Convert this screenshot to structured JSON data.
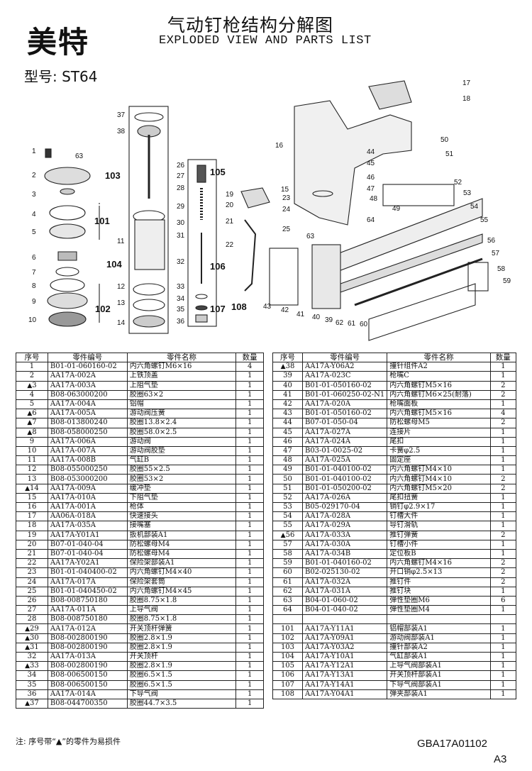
{
  "header": {
    "brand": "美特",
    "title_cn": "气动钉枪结构分解图",
    "title_en": "EXPLODED VIEW AND PARTS LIST",
    "model": "型号: ST64"
  },
  "diagram": {
    "callouts_left": [
      "1",
      "63",
      "2",
      "3",
      "4",
      "5",
      "6",
      "7",
      "8",
      "9",
      "10"
    ],
    "groups": [
      "101",
      "102",
      "103",
      "104",
      "105",
      "106",
      "107",
      "108"
    ],
    "callouts_mid": [
      "37",
      "38",
      "11",
      "12",
      "13",
      "14",
      "26",
      "27",
      "28",
      "29",
      "30",
      "31",
      "32",
      "33",
      "34",
      "35",
      "36"
    ],
    "callouts_right": [
      "15",
      "16",
      "17",
      "18",
      "19",
      "20",
      "21",
      "22",
      "23",
      "24",
      "25",
      "39",
      "40",
      "41",
      "42",
      "43",
      "44",
      "45",
      "46",
      "47",
      "48",
      "49",
      "50",
      "51",
      "52",
      "53",
      "54",
      "55",
      "56",
      "57",
      "58",
      "59",
      "60",
      "61",
      "62",
      "63",
      "64"
    ]
  },
  "table": {
    "headers": {
      "seq": "序号",
      "code": "零件编号",
      "name": "零件名称",
      "qty": "数量"
    },
    "left_rows": [
      {
        "mark": "",
        "seq": "1",
        "code": "B01-01-060160-02",
        "name": "内六角螺钉M6×16",
        "qty": "4"
      },
      {
        "mark": "",
        "seq": "2",
        "code": "AA17A-002A",
        "name": "上铁顶盖",
        "qty": "1"
      },
      {
        "mark": "▲",
        "seq": "3",
        "code": "AA17A-003A",
        "name": "上阻气垫",
        "qty": "1"
      },
      {
        "mark": "",
        "seq": "4",
        "code": "B08-063000200",
        "name": "胶圈63×2",
        "qty": "1"
      },
      {
        "mark": "",
        "seq": "5",
        "code": "AA17A-004A",
        "name": "铝帽",
        "qty": "1"
      },
      {
        "mark": "▲",
        "seq": "6",
        "code": "AA17A-005A",
        "name": "游动阀压簧",
        "qty": "1"
      },
      {
        "mark": "▲",
        "seq": "7",
        "code": "B08-013800240",
        "name": "胶圈13.8×2.4",
        "qty": "1"
      },
      {
        "mark": "▲",
        "seq": "8",
        "code": "B08-058000250",
        "name": "胶圈58.0×2.5",
        "qty": "1"
      },
      {
        "mark": "",
        "seq": "9",
        "code": "AA17A-006A",
        "name": "游动阀",
        "qty": "1"
      },
      {
        "mark": "",
        "seq": "10",
        "code": "AA17A-007A",
        "name": "游动阀胶垫",
        "qty": "1"
      },
      {
        "mark": "",
        "seq": "11",
        "code": "AA17A-008B",
        "name": "气缸B",
        "qty": "1"
      },
      {
        "mark": "",
        "seq": "12",
        "code": "B08-055000250",
        "name": "胶圈55×2.5",
        "qty": "1"
      },
      {
        "mark": "",
        "seq": "13",
        "code": "B08-053000200",
        "name": "胶圈53×2",
        "qty": "1"
      },
      {
        "mark": "▲",
        "seq": "14",
        "code": "AA17A-009A",
        "name": "缓冲垫",
        "qty": "1"
      },
      {
        "mark": "",
        "seq": "15",
        "code": "AA17A-010A",
        "name": "下阻气垫",
        "qty": "1"
      },
      {
        "mark": "",
        "seq": "16",
        "code": "AA17A-001A",
        "name": "枪体",
        "qty": "1"
      },
      {
        "mark": "",
        "seq": "17",
        "code": "AA06A-018A",
        "name": "快速接头",
        "qty": "1"
      },
      {
        "mark": "",
        "seq": "18",
        "code": "AA17A-035A",
        "name": "接嘴塞",
        "qty": "1"
      },
      {
        "mark": "",
        "seq": "19",
        "code": "AA17A-Y01A1",
        "name": "扳机部装A1",
        "qty": "1"
      },
      {
        "mark": "",
        "seq": "20",
        "code": "B07-01-040-04",
        "name": "防松螺母M4",
        "qty": "1"
      },
      {
        "mark": "",
        "seq": "21",
        "code": "B07-01-040-04",
        "name": "防松螺母M4",
        "qty": "1"
      },
      {
        "mark": "",
        "seq": "22",
        "code": "AA17A-Y02A1",
        "name": "保险架部装A1",
        "qty": "1"
      },
      {
        "mark": "",
        "seq": "23",
        "code": "B01-01-040400-02",
        "name": "内六角螺钉M4×40",
        "qty": "1"
      },
      {
        "mark": "",
        "seq": "24",
        "code": "AA17A-017A",
        "name": "保险架套筒",
        "qty": "1"
      },
      {
        "mark": "",
        "seq": "25",
        "code": "B01-01-040450-02",
        "name": "内六角螺钉M4×45",
        "qty": "1"
      },
      {
        "mark": "",
        "seq": "26",
        "code": "B08-008750180",
        "name": "胶圈8.75×1.8",
        "qty": "1"
      },
      {
        "mark": "",
        "seq": "27",
        "code": "AA17A-011A",
        "name": "上导气阀",
        "qty": "1"
      },
      {
        "mark": "",
        "seq": "28",
        "code": "B08-008750180",
        "name": "胶圈8.75×1.8",
        "qty": "1"
      },
      {
        "mark": "▲",
        "seq": "29",
        "code": "AA17A-012A",
        "name": "开关顶杆弹簧",
        "qty": "1"
      },
      {
        "mark": "▲",
        "seq": "30",
        "code": "B08-002800190",
        "name": "胶圈2.8×1.9",
        "qty": "1"
      },
      {
        "mark": "▲",
        "seq": "31",
        "code": "B08-002800190",
        "name": "胶圈2.8×1.9",
        "qty": "1"
      },
      {
        "mark": "",
        "seq": "32",
        "code": "AA17A-013A",
        "name": "开关顶杆",
        "qty": "1"
      },
      {
        "mark": "▲",
        "seq": "33",
        "code": "B08-002800190",
        "name": "胶圈2.8×1.9",
        "qty": "1"
      },
      {
        "mark": "",
        "seq": "34",
        "code": "B08-006500150",
        "name": "胶圈6.5×1.5",
        "qty": "1"
      },
      {
        "mark": "",
        "seq": "35",
        "code": "B08-006500150",
        "name": "胶圈6.5×1.5",
        "qty": "1"
      },
      {
        "mark": "",
        "seq": "36",
        "code": "AA17A-014A",
        "name": "下导气阀",
        "qty": "1"
      },
      {
        "mark": "▲",
        "seq": "37",
        "code": "B08-044700350",
        "name": "胶圈44.7×3.5",
        "qty": "1"
      }
    ],
    "right_rows": [
      {
        "mark": "▲",
        "seq": "38",
        "code": "AA17A-Y06A2",
        "name": "撞针组件A2",
        "qty": "1"
      },
      {
        "mark": "",
        "seq": "39",
        "code": "AA17A-023C",
        "name": "枪嘴C",
        "qty": "1"
      },
      {
        "mark": "",
        "seq": "40",
        "code": "B01-01-050160-02",
        "name": "内六角螺钉M5×16",
        "qty": "2"
      },
      {
        "mark": "",
        "seq": "41",
        "code": "B01-01-060250-02-N1",
        "name": "内六角螺钉M6×25(耐落)",
        "qty": "2"
      },
      {
        "mark": "",
        "seq": "42",
        "code": "AA17A-020A",
        "name": "枪嘴面板",
        "qty": "1"
      },
      {
        "mark": "",
        "seq": "43",
        "code": "B01-01-050160-02",
        "name": "内六角螺钉M5×16",
        "qty": "4"
      },
      {
        "mark": "",
        "seq": "44",
        "code": "B07-01-050-04",
        "name": "防松螺母M5",
        "qty": "2"
      },
      {
        "mark": "",
        "seq": "45",
        "code": "AA17A-027A",
        "name": "连接片",
        "qty": "1"
      },
      {
        "mark": "",
        "seq": "46",
        "code": "AA17A-024A",
        "name": "尾扣",
        "qty": "1"
      },
      {
        "mark": "",
        "seq": "47",
        "code": "B03-01-0025-02",
        "name": "卡簧φ2.5",
        "qty": "1"
      },
      {
        "mark": "",
        "seq": "48",
        "code": "AA17A-025A",
        "name": "固定座",
        "qty": "1"
      },
      {
        "mark": "",
        "seq": "49",
        "code": "B01-01-040100-02",
        "name": "内六角螺钉M4×10",
        "qty": "1"
      },
      {
        "mark": "",
        "seq": "50",
        "code": "B01-01-040100-02",
        "name": "内六角螺钉M4×10",
        "qty": "2"
      },
      {
        "mark": "",
        "seq": "51",
        "code": "B01-01-050200-02",
        "name": "内六角螺钉M5×20",
        "qty": "2"
      },
      {
        "mark": "",
        "seq": "52",
        "code": "AA17A-026A",
        "name": "尾扣扭簧",
        "qty": "1"
      },
      {
        "mark": "",
        "seq": "53",
        "code": "B05-029170-04",
        "name": "销钉φ2.9×17",
        "qty": "1"
      },
      {
        "mark": "",
        "seq": "54",
        "code": "AA17A-028A",
        "name": "钉槽大件",
        "qty": "1"
      },
      {
        "mark": "",
        "seq": "55",
        "code": "AA17A-029A",
        "name": "导钉滑轨",
        "qty": "1"
      },
      {
        "mark": "▲",
        "seq": "56",
        "code": "AA17A-033A",
        "name": "推钉弹簧",
        "qty": "2"
      },
      {
        "mark": "",
        "seq": "57",
        "code": "AA17A-030A",
        "name": "钉槽小件",
        "qty": "1"
      },
      {
        "mark": "",
        "seq": "58",
        "code": "AA17A-034B",
        "name": "定位板B",
        "qty": "1"
      },
      {
        "mark": "",
        "seq": "59",
        "code": "B01-01-040160-02",
        "name": "内六角螺钉M4×16",
        "qty": "2"
      },
      {
        "mark": "",
        "seq": "60",
        "code": "B02-025130-02",
        "name": "开口销φ2.5×13",
        "qty": "2"
      },
      {
        "mark": "",
        "seq": "61",
        "code": "AA17A-032A",
        "name": "推钉件",
        "qty": "2"
      },
      {
        "mark": "",
        "seq": "62",
        "code": "AA17A-031A",
        "name": "推钉块",
        "qty": "1"
      },
      {
        "mark": "",
        "seq": "63",
        "code": "B04-01-060-02",
        "name": "弹性垫圈M6",
        "qty": "6"
      },
      {
        "mark": "",
        "seq": "64",
        "code": "B04-01-040-02",
        "name": "弹性垫圈M4",
        "qty": "1"
      },
      {
        "mark": "",
        "seq": "",
        "code": "",
        "name": "",
        "qty": ""
      },
      {
        "mark": "",
        "seq": "101",
        "code": "AA17A-Y11A1",
        "name": "铝帽部装A1",
        "qty": "1"
      },
      {
        "mark": "",
        "seq": "102",
        "code": "AA17A-Y09A1",
        "name": "游动阀部装A1",
        "qty": "1"
      },
      {
        "mark": "",
        "seq": "103",
        "code": "AA17A-Y03A2",
        "name": "撞针部装A2",
        "qty": "1"
      },
      {
        "mark": "",
        "seq": "104",
        "code": "AA17A-Y10A1",
        "name": "气缸部装A1",
        "qty": "1"
      },
      {
        "mark": "",
        "seq": "105",
        "code": "AA17A-Y12A1",
        "name": "上导气阀部装A1",
        "qty": "1"
      },
      {
        "mark": "",
        "seq": "106",
        "code": "AA17A-Y13A1",
        "name": "开关顶杆部装A1",
        "qty": "1"
      },
      {
        "mark": "",
        "seq": "107",
        "code": "AA17A-Y14A1",
        "name": "下导气阀部装A1",
        "qty": "1"
      },
      {
        "mark": "",
        "seq": "108",
        "code": "AA17A-Y04A1",
        "name": "弹夹部装A1",
        "qty": "1"
      }
    ]
  },
  "footer": {
    "note": "注: 序号带“▲”的零件为易损件",
    "doc_code": "GBA17A01102",
    "page": "A3"
  }
}
